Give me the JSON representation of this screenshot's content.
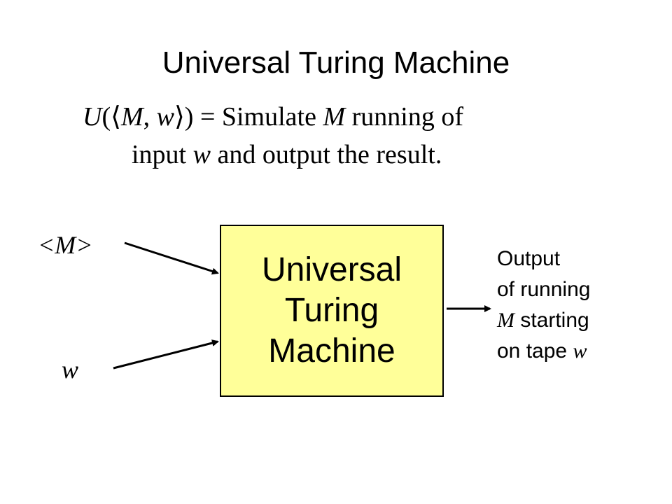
{
  "title": "Universal Turing Machine",
  "formula": {
    "fn": "U",
    "open": "(",
    "lang": "⟨",
    "M": "M",
    "comma": ",",
    "w": "w",
    "rang": "⟩",
    "close": ")",
    "eq_simulate": " = Simulate ",
    "M2": "M",
    "running_of": " running of",
    "input": "input ",
    "w2": "w",
    "rest": " and output the result."
  },
  "box": {
    "line1": "Universal",
    "line2": "Turing",
    "line3": "Machine",
    "fill": "#ffff99"
  },
  "inputs": {
    "machine_label": "<M>",
    "word_label": "w"
  },
  "output": {
    "line1": "Output",
    "line2": "of running",
    "line3_var": "M",
    "line3_rest": " starting",
    "line4_text": "on  tape ",
    "line4_var": "w"
  }
}
